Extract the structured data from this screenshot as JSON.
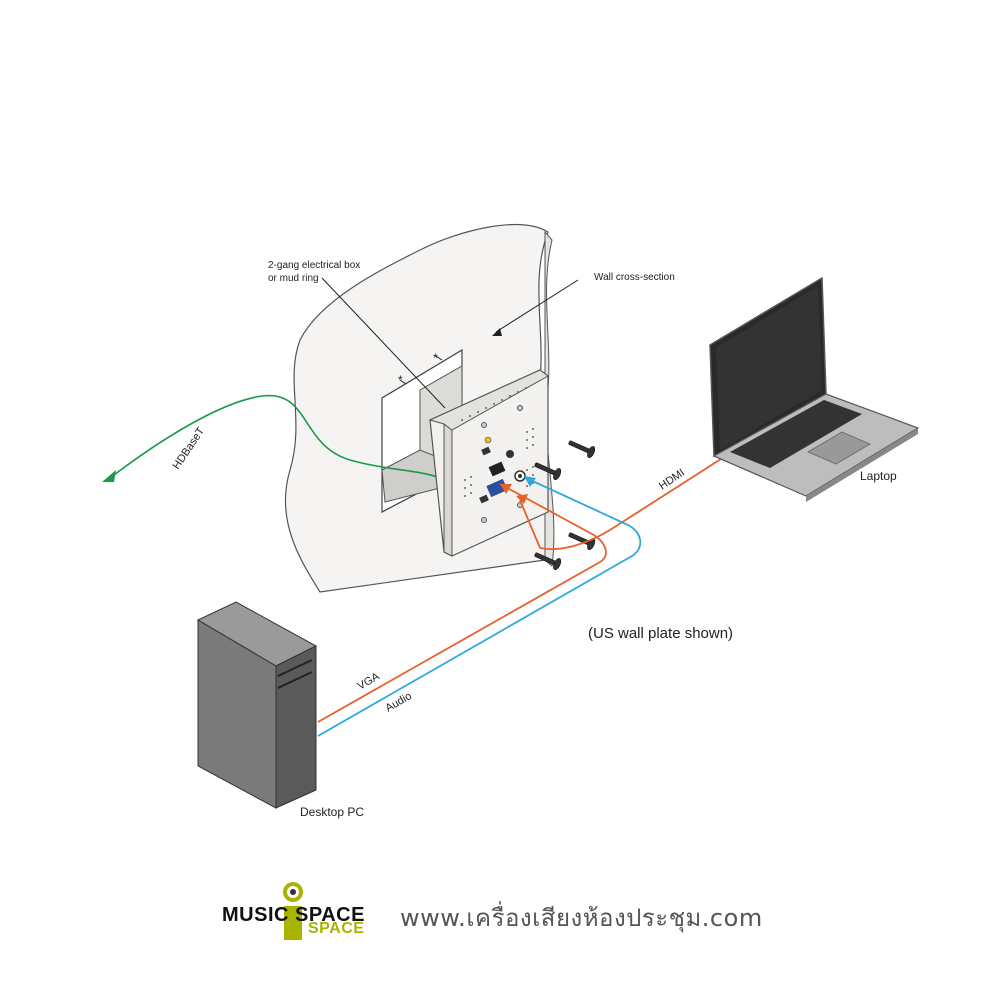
{
  "labels": {
    "electrical_box_line1": "2-gang electrical box",
    "electrical_box_line2": "or mud ring",
    "wall": "Wall cross-section",
    "hdbaset": "HDBaseT",
    "hdmi": "HDMI",
    "laptop": "Laptop",
    "us_plate": "(US wall plate shown)",
    "vga": "VGA",
    "audio": "Audio",
    "desktop": "Desktop PC"
  },
  "brand": {
    "logo_top": "MUSIC SPACE",
    "logo_bottom": "SPACE",
    "url": "www.เครื่องเสียงห้องประชุม.com"
  },
  "colors": {
    "hdbaset_cable": "#1a9a4a",
    "vga_cable": "#e8602a",
    "audio_cable": "#2fa8dc",
    "brand_accent": "#a8b400"
  }
}
